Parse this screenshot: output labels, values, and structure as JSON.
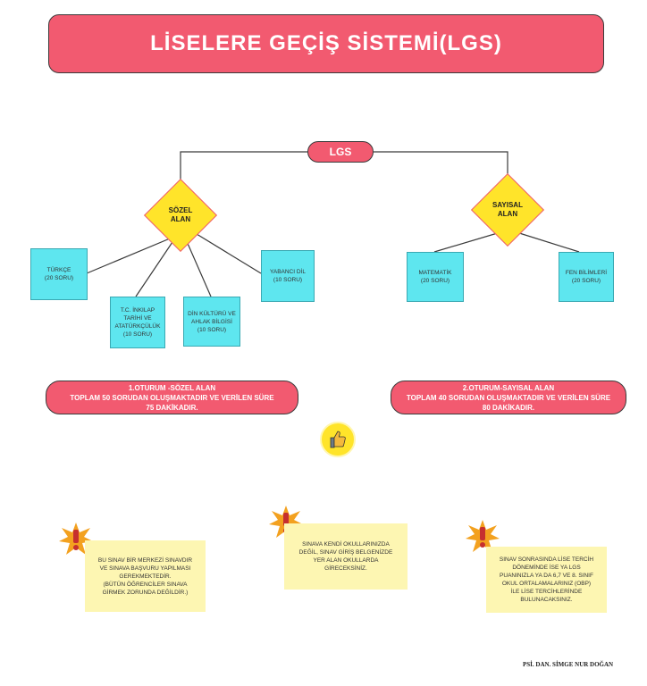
{
  "title": "LİSELERE GEÇİŞ SİSTEMİ(LGS)",
  "root": "LGS",
  "sozel": {
    "label": "SÖZEL\nALAN",
    "subjects": [
      "TÜRKÇE\n(20 SORU)",
      "T.C. İNKILAP\nTARİHİ VE\nATATÜRKÇÜLÜK\n(10 SORU)",
      "DİN KÜLTÜRÜ VE\nAHLAK BİLGİSİ\n(10 SORU)",
      "YABANCI DİL\n(10 SORU)"
    ],
    "session": "1.OTURUM -SÖZEL ALAN\nTOPLAM 50 SORUDAN OLUŞMAKTADIR VE VERİLEN SÜRE\n75 DAKİKADIR."
  },
  "sayisal": {
    "label": "SAYISAL\nALAN",
    "subjects": [
      "MATEMATİK\n(20 SORU)",
      "FEN BİLİMLERİ\n(20 SORU)"
    ],
    "session": "2.OTURUM-SAYISAL ALAN\nTOPLAM 40 SORUDAN OLUŞMAKTADIR VE VERİLEN SÜRE\n80 DAKİKADIR."
  },
  "notes": [
    "BU SINAV BİR MERKEZİ SINAVDIR\nVE SINAVA BAŞVURU YAPILMASI\nGEREKMEKTEDİR.\n(BÜTÜN ÖĞRENCİLER SINAVA\nGİRMEK ZORUNDA DEĞİLDİR.)",
    "SINAVA KENDİ OKULLARINIZDA\nDEĞİL, SINAV GİRİŞ BELGENİZDE\nYER ALAN OKULLARDA\nGİRECEKSİNİZ.",
    "SINAV SONRASINDA LİSE TERCİH\nDÖNEMİNDE İSE YA LGS\nPUANINIZLA  YA DA 6,7 VE 8. SINIF\nOKUL ORTALAMALARINIZ (OBP)\nİLE LİSE TERCİHLERİNDE\nBULUNACAKSINIZ."
  ],
  "signature": "PSİ. DAN. SİMGE NUR DOĞAN",
  "icons": {
    "thumb": "thumbs-up-icon",
    "warning": "exclamation-burst-icon"
  },
  "colors": {
    "pink": "#f25a70",
    "yellow": "#ffe42a",
    "cyan": "#5ee6ef",
    "note": "#fdf6b2"
  }
}
